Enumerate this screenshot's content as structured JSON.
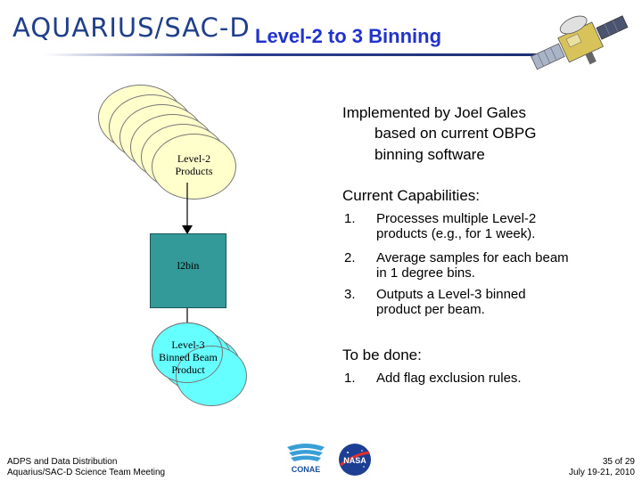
{
  "header": {
    "logo": "AQUARIUS/SAC-D",
    "title": "Level-2 to 3 Binning"
  },
  "diagram": {
    "input_label_line1": "Level-2",
    "input_label_line2": "Products",
    "process_label": "l2bin",
    "output_label_line1": "Level-3",
    "output_label_line2": "Binned Beam",
    "output_label_line3": "Product"
  },
  "content": {
    "intro_line1": "Implemented by Joel Gales",
    "intro_line2": "based on current OBPG",
    "intro_line3": "binning software",
    "capabilities_heading": "Current Capabilities:",
    "capabilities": [
      {
        "num": "1.",
        "line1": "Processes multiple Level-2",
        "line2": "products (e.g., for 1 week)."
      },
      {
        "num": "2.",
        "line1": "Average samples for each beam",
        "line2": "in 1 degree bins."
      },
      {
        "num": "3.",
        "line1": "Outputs a Level-3 binned",
        "line2": "product per beam."
      }
    ],
    "todo_heading": "To be done:",
    "todo": [
      {
        "num": "1.",
        "line1": "Add flag exclusion rules."
      }
    ]
  },
  "footer": {
    "left_line1": "ADPS and Data Distribution",
    "left_line2": "Aquarius/SAC-D Science Team Meeting",
    "conae_logo": "CONAE",
    "nasa_logo": "NASA",
    "page": "35 of 29",
    "date": "July 19-21, 2010"
  },
  "colors": {
    "title": "#2233cc",
    "logo": "#1f3f8a",
    "input_ellipse": "#ffffcc",
    "process_box": "#339999",
    "output_ellipse": "#66ffff"
  }
}
